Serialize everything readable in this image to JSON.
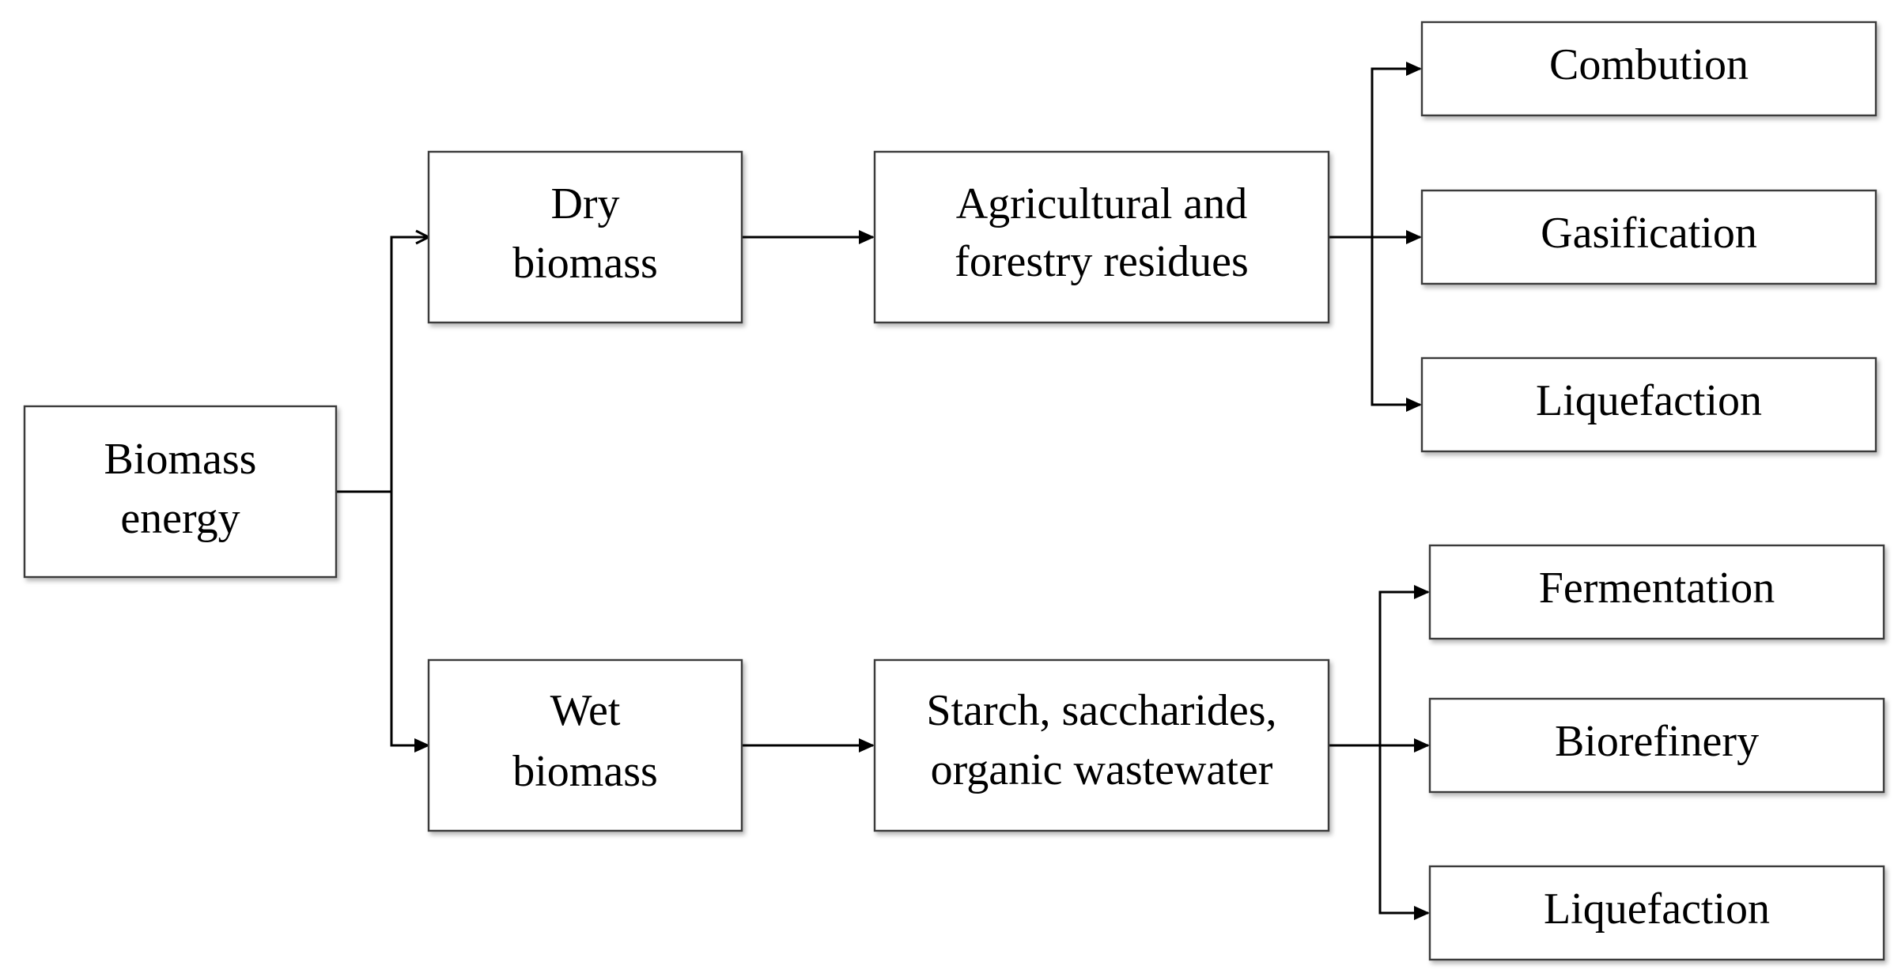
{
  "nodes": {
    "biomass_energy": {
      "line1": "Biomass",
      "line2": "energy"
    },
    "dry_biomass": {
      "line1": "Dry",
      "line2": "biomass"
    },
    "wet_biomass": {
      "line1": "Wet",
      "line2": "biomass"
    },
    "agri_forestry": {
      "line1": "Agricultural and",
      "line2": "forestry residues"
    },
    "starch": {
      "line1": "Starch, saccharides,",
      "line2": "organic wastewater"
    },
    "combustion": {
      "label": "Combution"
    },
    "gasification": {
      "label": "Gasification"
    },
    "liquefaction_dry": {
      "label": "Liquefaction"
    },
    "fermentation": {
      "label": "Fermentation"
    },
    "biorefinery": {
      "label": "Biorefinery"
    },
    "liquefaction_wet": {
      "label": "Liquefaction"
    }
  },
  "colors": {
    "box_stroke": "#3a3a3a",
    "connector": "#000000",
    "text": "#000000",
    "background": "#ffffff"
  }
}
